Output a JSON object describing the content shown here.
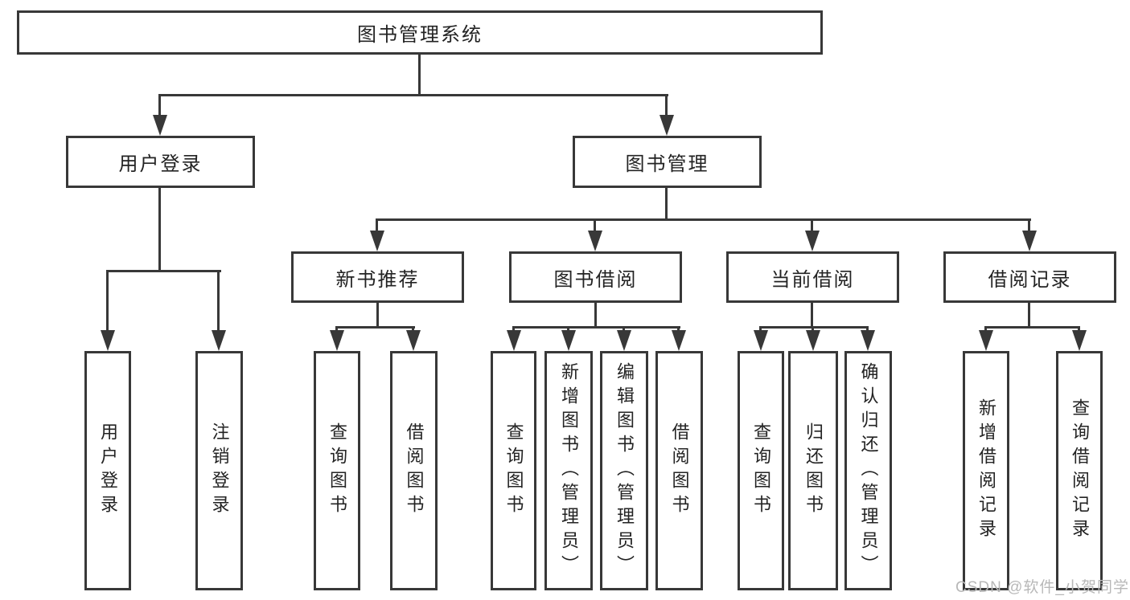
{
  "diagram_type": "tree",
  "tree": {
    "root": {
      "label": "图书管理系统",
      "children": [
        {
          "label": "用户登录",
          "children": [
            {
              "label": "用户登录"
            },
            {
              "label": "注销登录"
            }
          ]
        },
        {
          "label": "图书管理",
          "children": [
            {
              "label": "新书推荐",
              "children": [
                {
                  "label": "查询图书"
                },
                {
                  "label": "借阅图书"
                }
              ]
            },
            {
              "label": "图书借阅",
              "children": [
                {
                  "label": "查询图书"
                },
                {
                  "label": "新增图书（管理员）"
                },
                {
                  "label": "编辑图书（管理员）"
                },
                {
                  "label": "借阅图书"
                }
              ]
            },
            {
              "label": "当前借阅",
              "children": [
                {
                  "label": "查询图书"
                },
                {
                  "label": "归还图书"
                },
                {
                  "label": "确认归还（管理员）"
                }
              ]
            },
            {
              "label": "借阅记录",
              "children": [
                {
                  "label": "新增借阅记录"
                },
                {
                  "label": "查询借阅记录"
                }
              ]
            }
          ]
        }
      ]
    }
  },
  "watermark": {
    "text": "CSDN @软件_小贺同学"
  },
  "colors": {
    "line": "#383838",
    "text": "#232323",
    "watermark": "#b8b8b8",
    "background": "#ffffff"
  }
}
